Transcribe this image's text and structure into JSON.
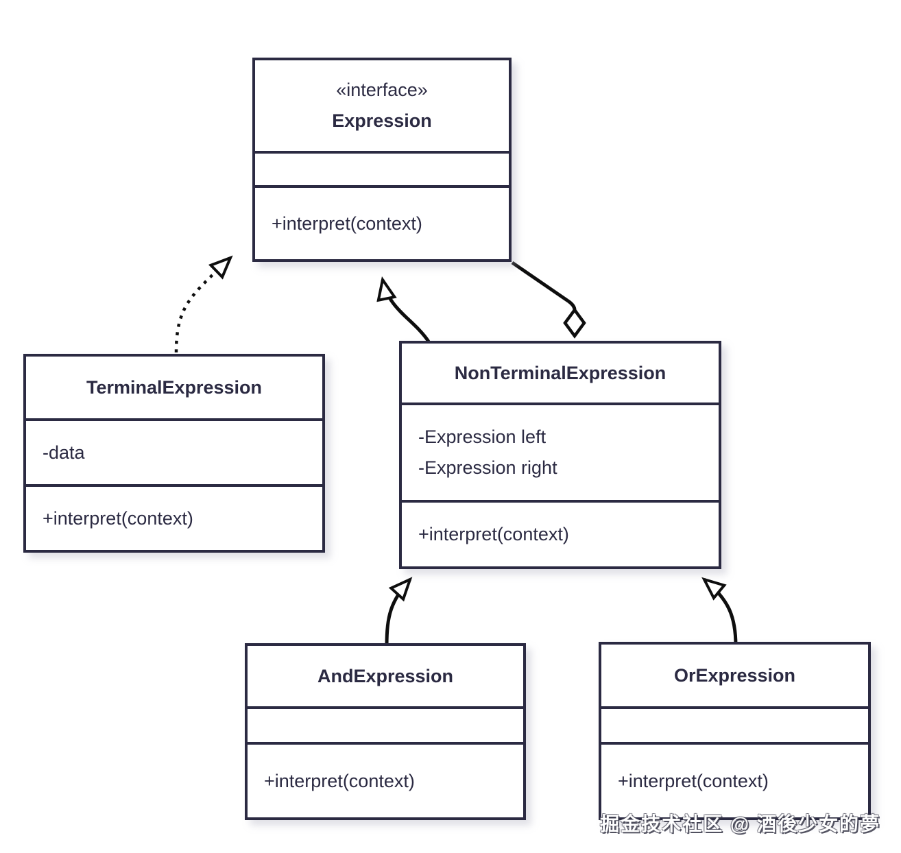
{
  "classes": [
    {
      "id": "expression",
      "stereotype": "«interface»",
      "name": "Expression",
      "attributes": [],
      "methods": [
        "+interpret(context)"
      ]
    },
    {
      "id": "terminal",
      "stereotype": "",
      "name": "TerminalExpression",
      "attributes": [
        "-data"
      ],
      "methods": [
        "+interpret(context)"
      ]
    },
    {
      "id": "nonterminal",
      "stereotype": "",
      "name": "NonTerminalExpression",
      "attributes": [
        "-Expression left",
        "-Expression right"
      ],
      "methods": [
        "+interpret(context)"
      ]
    },
    {
      "id": "and",
      "stereotype": "",
      "name": "AndExpression",
      "attributes": [],
      "methods": [
        "+interpret(context)"
      ]
    },
    {
      "id": "or",
      "stereotype": "",
      "name": "OrExpression",
      "attributes": [],
      "methods": [
        "+interpret(context)"
      ]
    }
  ],
  "relationships": [
    {
      "type": "realization",
      "from": "TerminalExpression",
      "to": "Expression",
      "line": "dashed",
      "marker": "hollow-triangle"
    },
    {
      "type": "realization",
      "from": "NonTerminalExpression",
      "to": "Expression",
      "line": "solid",
      "marker": "hollow-triangle"
    },
    {
      "type": "aggregation",
      "from": "NonTerminalExpression",
      "to": "Expression",
      "line": "solid",
      "marker": "hollow-diamond"
    },
    {
      "type": "generalization",
      "from": "AndExpression",
      "to": "NonTerminalExpression",
      "line": "solid",
      "marker": "hollow-triangle"
    },
    {
      "type": "generalization",
      "from": "OrExpression",
      "to": "NonTerminalExpression",
      "line": "solid",
      "marker": "hollow-triangle"
    }
  ],
  "watermark": {
    "text": "掘金技术社区 @ 酒後少女的夢"
  },
  "colors": {
    "ink": "#2b2a42",
    "arrow": "#0e0e0e",
    "box_fill": "#ffffff",
    "watermark_text": "#ffffff"
  }
}
